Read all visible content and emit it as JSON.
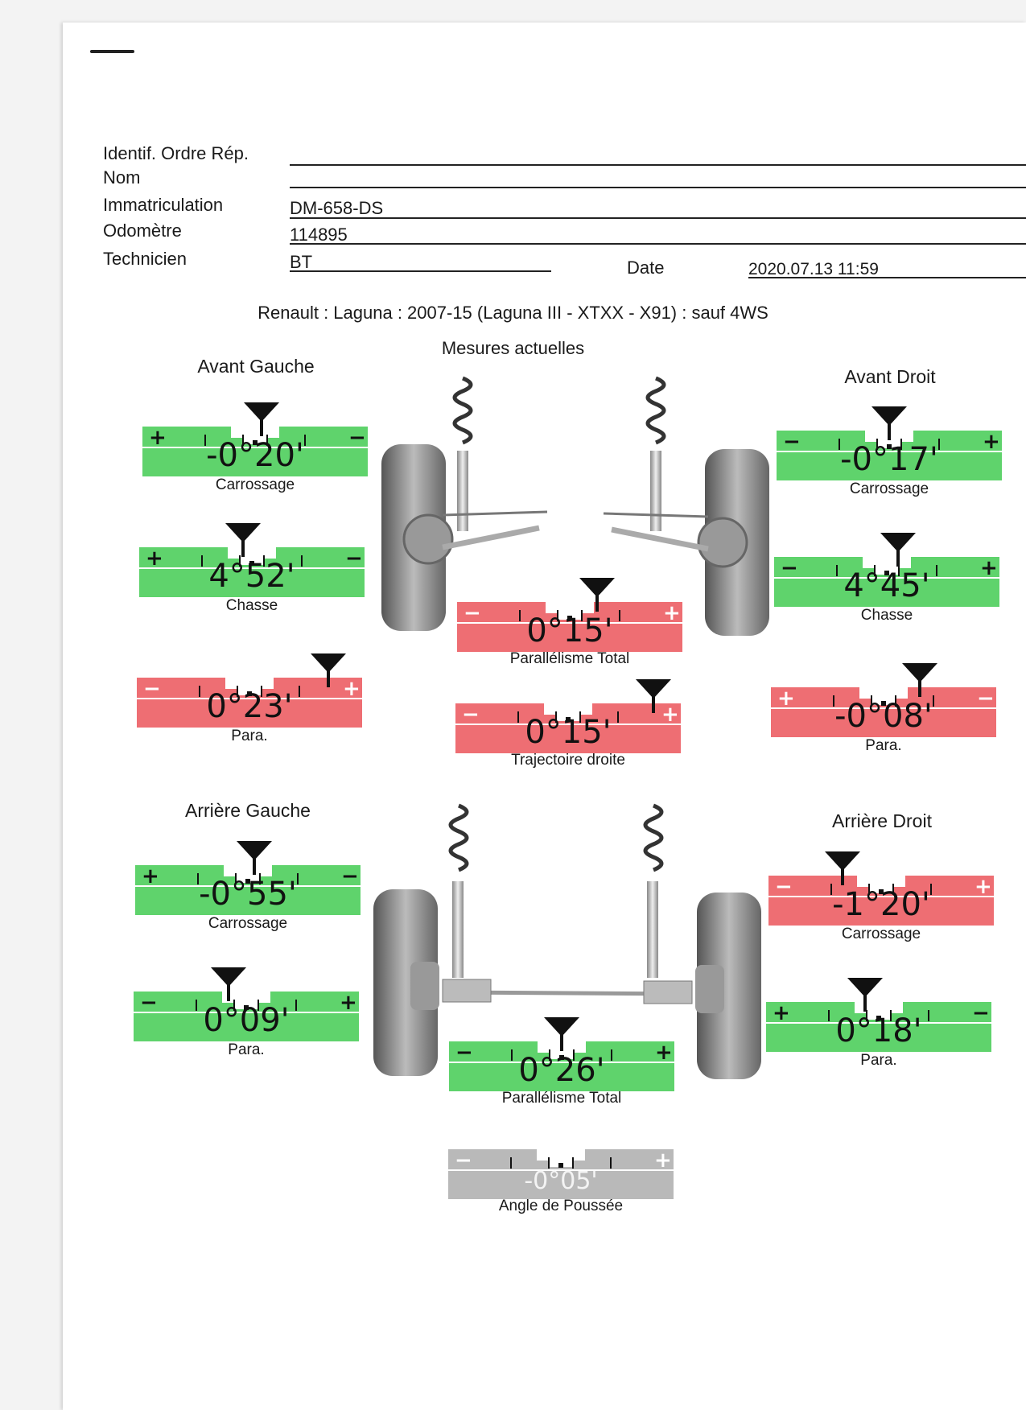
{
  "form": {
    "labels": [
      "Identif. Ordre Rép.",
      "Nom",
      "Immatriculation",
      "Odomètre",
      "Technicien"
    ],
    "immatriculation": "DM-658-DS",
    "odometre": "114895",
    "technicien": "BT",
    "date_label": "Date",
    "date_value": "2020.07.13 11:59"
  },
  "vehicle": "Renault : Laguna : 2007-15 (Laguna III - XTXX - X91) : sauf 4WS",
  "subtitle": "Mesures actuelles",
  "sections": {
    "avant_gauche": "Avant Gauche",
    "avant_droit": "Avant Droit",
    "arriere_gauche": "Arrière Gauche",
    "arriere_droit": "Arrière Droit"
  },
  "colors": {
    "green": "#5fd36c",
    "red": "#ee6e73",
    "grey": "#b9b9b9"
  },
  "gauges": {
    "ag_carrossage": {
      "value": "-0°20'",
      "caption": "Carrossage",
      "status": "green",
      "left_sign": "+",
      "right_sign": "−",
      "pointer": 0.53
    },
    "ag_chasse": {
      "value": "4°52'",
      "caption": "Chasse",
      "status": "green",
      "left_sign": "+",
      "right_sign": "−",
      "pointer": 0.46
    },
    "ag_para": {
      "value": "0°23'",
      "caption": "Para.",
      "status": "red",
      "left_sign": "−",
      "right_sign": "+",
      "pointer": 0.85
    },
    "ad_carrossage": {
      "value": "-0°17'",
      "caption": "Carrossage",
      "status": "green",
      "left_sign": "−",
      "right_sign": "+",
      "pointer": 0.5
    },
    "ad_chasse": {
      "value": "4°45'",
      "caption": "Chasse",
      "status": "green",
      "left_sign": "−",
      "right_sign": "+",
      "pointer": 0.55
    },
    "ad_para": {
      "value": "-0°08'",
      "caption": "Para.",
      "status": "red",
      "left_sign": "+",
      "right_sign": "−",
      "pointer": 0.66
    },
    "av_parallelisme_total": {
      "value": "0°15'",
      "caption": "Parallélisme Total",
      "status": "red",
      "left_sign": "−",
      "right_sign": "+",
      "pointer": 0.62
    },
    "trajectoire_droite": {
      "value": "0°15'",
      "caption": "Trajectoire droite",
      "status": "red",
      "left_sign": "−",
      "right_sign": "+",
      "pointer": 0.88
    },
    "rg_carrossage": {
      "value": "-0°55'",
      "caption": "Carrossage",
      "status": "green",
      "left_sign": "+",
      "right_sign": "−",
      "pointer": 0.53
    },
    "rg_para": {
      "value": "0°09'",
      "caption": "Para.",
      "status": "green",
      "left_sign": "−",
      "right_sign": "+",
      "pointer": 0.42
    },
    "rd_carrossage": {
      "value": "-1°20'",
      "caption": "Carrossage",
      "status": "red",
      "left_sign": "−",
      "right_sign": "+",
      "pointer": 0.33
    },
    "rd_para": {
      "value": "0°18'",
      "caption": "Para.",
      "status": "green",
      "left_sign": "+",
      "right_sign": "−",
      "pointer": 0.44
    },
    "ar_parallelisme_total": {
      "value": "0°26'",
      "caption": "Parallélisme Total",
      "status": "green",
      "left_sign": "−",
      "right_sign": "+",
      "pointer": 0.5
    },
    "angle_de_poussee": {
      "value": "-0°05'",
      "caption": "Angle de Poussée",
      "status": "grey",
      "left_sign": "−",
      "right_sign": "+",
      "pointer": null
    }
  }
}
